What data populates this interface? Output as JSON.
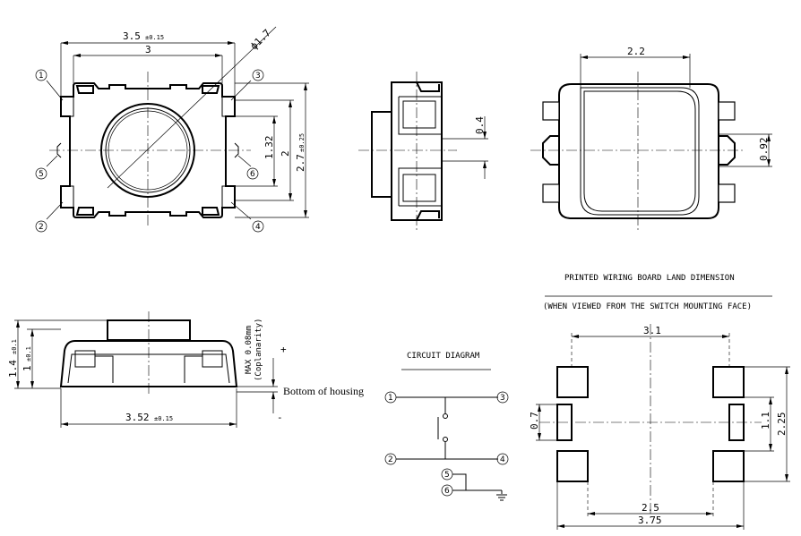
{
  "top_view": {
    "dim_width_total": "3.5",
    "dim_width_total_tol": "±0.15",
    "dim_width_body": "3",
    "dim_diameter": "ϕ1.7",
    "dim_pitch": "1.32",
    "dim_inner": "2",
    "dim_height_total": "2.7",
    "dim_height_tol": "±0.25",
    "terminals": [
      "1",
      "2",
      "3",
      "4",
      "5",
      "6"
    ]
  },
  "side_view_right": {
    "dim_gap": "0.4"
  },
  "bottom_view": {
    "dim_top_width": "2.2",
    "dim_side": "0.92"
  },
  "front_view": {
    "dim_height_total": "1.4",
    "dim_height_total_tol": "±0.1",
    "dim_height_body": "1",
    "dim_height_body_tol": "±0.1",
    "dim_width": "3.52",
    "dim_width_tol": "±0.15",
    "coplanarity_1": "MAX 0.08mm",
    "coplanarity_2": "(Coplanarity)",
    "plus": "+",
    "minus": "-",
    "bottom_label": "Bottom of housing"
  },
  "circuit": {
    "title": "CIRCUIT DIAGRAM",
    "terminals": [
      "1",
      "2",
      "3",
      "4",
      "5",
      "6"
    ]
  },
  "land": {
    "title": "PRINTED WIRING BOARD LAND DIMENSION",
    "subtitle": "(WHEN VIEWED FROM THE SWITCH MOUNTING FACE)",
    "dim_outer_top": "3.1",
    "dim_pad_height": "0.7",
    "dim_inner_v": "1.1",
    "dim_outer_v": "2.25",
    "dim_inner_h": "2.5",
    "dim_outer_h": "3.75"
  }
}
